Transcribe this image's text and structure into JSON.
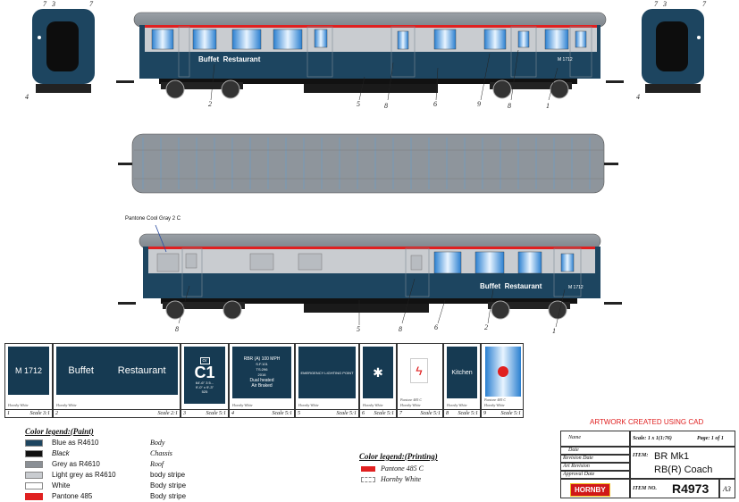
{
  "coach": {
    "number": "M 1712",
    "buffet_label": "Buffet",
    "restaurant_label": "Restaurant",
    "pantone_note": "Pantone Cool Gray 2 C"
  },
  "callouts": {
    "c1": "1",
    "c2": "2",
    "c3": "3",
    "c4": "4",
    "c5": "5",
    "c6": "6",
    "c7": "7",
    "c8": "8",
    "c9": "9"
  },
  "strip": [
    {
      "num": "1",
      "scale": "Scale 3:1",
      "text": "M 1712",
      "swatch_note": "Hornby White"
    },
    {
      "num": "2",
      "scale": "Scale 2:1",
      "text_a": "Buffet",
      "text_b": "Restaurant",
      "swatch_note": "Hornby White"
    },
    {
      "num": "3",
      "scale": "Scale 5:1",
      "badge": "cv",
      "big": "C1",
      "l1": "64'-6\"  3  5...",
      "l2": "9'-0\"  x  9'-3\"",
      "l3": "525"
    },
    {
      "num": "4",
      "scale": "Scale 5:1",
      "l1": "RBR (A) 100 MPH",
      "l2": "S.F.101",
      "l3": "TS:296",
      "l4": "2016",
      "l5": "Dual heated",
      "l6": "Air Braked",
      "swatch_note": "Hornby White"
    },
    {
      "num": "5",
      "scale": "Scale 5:1",
      "text": "EMERGENCY LIGHTING POINT",
      "swatch_note": "Hornby White"
    },
    {
      "num": "6",
      "scale": "Scale 5:1",
      "swatch_note": "Hornby White"
    },
    {
      "num": "7",
      "scale": "Scale 5:1",
      "swatch_a": "Pantone 485 C",
      "swatch_b": "Hornby White"
    },
    {
      "num": "8",
      "scale": "Scale 5:1",
      "text": "Kitchen",
      "swatch_note": "Hornby White"
    },
    {
      "num": "9",
      "scale": "Scale 5:1",
      "swatch_a": "Pantone 485 C",
      "swatch_b": "Hornby White"
    }
  ],
  "legend_paint": {
    "title": "Color legend:(Paint)",
    "rows": [
      {
        "color": "#1d4560",
        "name": "Blue as R4610",
        "use": "Body"
      },
      {
        "color": "#111111",
        "name": "Black",
        "use": "Chassis"
      },
      {
        "color": "#8a8f95",
        "name": "Grey as R4610",
        "use": "Roof"
      },
      {
        "color": "#c9ccd0",
        "name": "Light grey as R4610",
        "use": "body stripe"
      },
      {
        "color": "#ffffff",
        "name": "White",
        "use": "Body stripe"
      },
      {
        "color": "#e02020",
        "name": "Pantone 485",
        "use": "Body stripe"
      }
    ]
  },
  "legend_print": {
    "title": "Color legend:(Printing)",
    "rows": [
      {
        "color": "#e02020",
        "name": "Pantone 485 C"
      },
      {
        "color": "#ffffff",
        "name": "Hornby White"
      }
    ]
  },
  "titleblock": {
    "cad_note": "ARTWORK CREATED USING CAD",
    "name_label": "Name",
    "date_label": "Date",
    "revision_date_label": "Revision Date",
    "art_revision_label": "Art Revision",
    "approval_date_label": "Approval Date",
    "scale": "Scale: 1 x 1(1:76)",
    "page": "Page: 1 of 1",
    "item_label": "ITEM:",
    "item_line1": "BR Mk1",
    "item_line2": "RB(R) Coach",
    "logo": "HORNBY",
    "item_no_label": "ITEM NO.",
    "item_no": "R4973",
    "sheet_size": "A3"
  }
}
